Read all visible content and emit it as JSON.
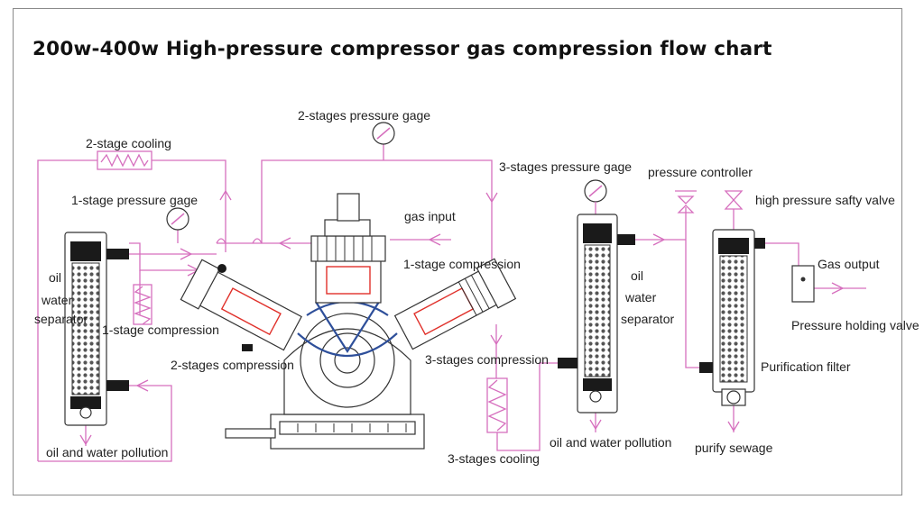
{
  "title": "200w-400w High-pressure compressor gas compression flow chart",
  "labels": {
    "stage2_cooling": "2-stage cooling",
    "stage2_pressure_gage": "2-stages pressure  gage",
    "stage3_pressure_gage": "3-stages pressure gage",
    "pressure_controller": "pressure controller",
    "safety_valve": "high pressure safty valve",
    "stage1_pressure_gage": "1-stage pressure  gage",
    "gas_input": "gas input",
    "stage1_compression_top": "1-stage compression",
    "gas_output": "Gas output",
    "oil_left": "oil",
    "water_left": "water",
    "separator_left": "separator",
    "stage1_compression_left": "1-stage compression",
    "oil_mid": "oil",
    "water_mid": "water",
    "separator_mid": "separator",
    "pressure_holding_valve": "Pressure holding valve",
    "stage2_compression": "2-stages compression",
    "stage3_compression": "3-stages compression",
    "purification_filter": "Purification filter",
    "oil_water_pollution_left": "oil and water pollution",
    "oil_water_pollution_mid": "oil and water pollution",
    "purify_sewage": "purify sewage",
    "stage3_cooling": "3-stages cooling"
  },
  "colors": {
    "pipe": "#d66fbe",
    "heat": "#e0302a",
    "crank": "#2e4f9a",
    "outline": "#333333"
  },
  "icons": [
    "pressure-gage-icon",
    "safety-valve-icon",
    "pressure-controller-icon",
    "filter-icon"
  ]
}
